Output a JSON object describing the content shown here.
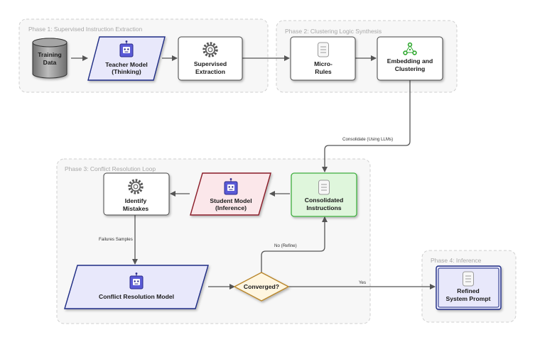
{
  "phases": {
    "p1": "Phase 1: Supervised Instruction Extraction",
    "p2": "Phase 2: Clustering Logic Synthesis",
    "p3": "Phase 3: Conflict Resolution Loop",
    "p4": "Phase 4: Inference"
  },
  "nodes": {
    "training_data": [
      "Training",
      "Data"
    ],
    "teacher_model": [
      "Teacher Model",
      "(Thinking)"
    ],
    "supervised_extraction": [
      "Supervised",
      "Extraction"
    ],
    "micro_rules": [
      "Micro-",
      "Rules"
    ],
    "embedding_clustering": [
      "Embedding and",
      "Clustering"
    ],
    "consolidated": [
      "Consolidated",
      "Instructions"
    ],
    "student_model": [
      "Student Model",
      "(Inference)"
    ],
    "identify_mistakes": [
      "Identify",
      "Mistakes"
    ],
    "conflict_model": [
      "Conflict Resolution Model"
    ],
    "converged": [
      "Converged?"
    ],
    "refined_prompt": [
      "Refined",
      "System Prompt"
    ]
  },
  "edges": {
    "consolidate": "Consolidate (Using LLMs)",
    "failures": "Failures Samples",
    "no_refine": "No (Refine)",
    "yes": "Yes"
  },
  "colors": {
    "teacher_fill": "#e8e8fb",
    "teacher_stroke": "#1e2c84",
    "student_fill": "#fbe7ea",
    "student_stroke": "#8a1a28",
    "consolidated_fill": "#dff6dc",
    "consolidated_stroke": "#3fae3f",
    "diamond_fill": "#fff6e0",
    "diamond_stroke": "#b9862a",
    "refined_fill": "#e8e8fb",
    "refined_stroke": "#1e2c84"
  },
  "icons": {
    "robot": "robot-icon",
    "gear": "gear-icon",
    "document": "document-icon",
    "cluster": "cluster-icon",
    "database": "database-icon"
  }
}
